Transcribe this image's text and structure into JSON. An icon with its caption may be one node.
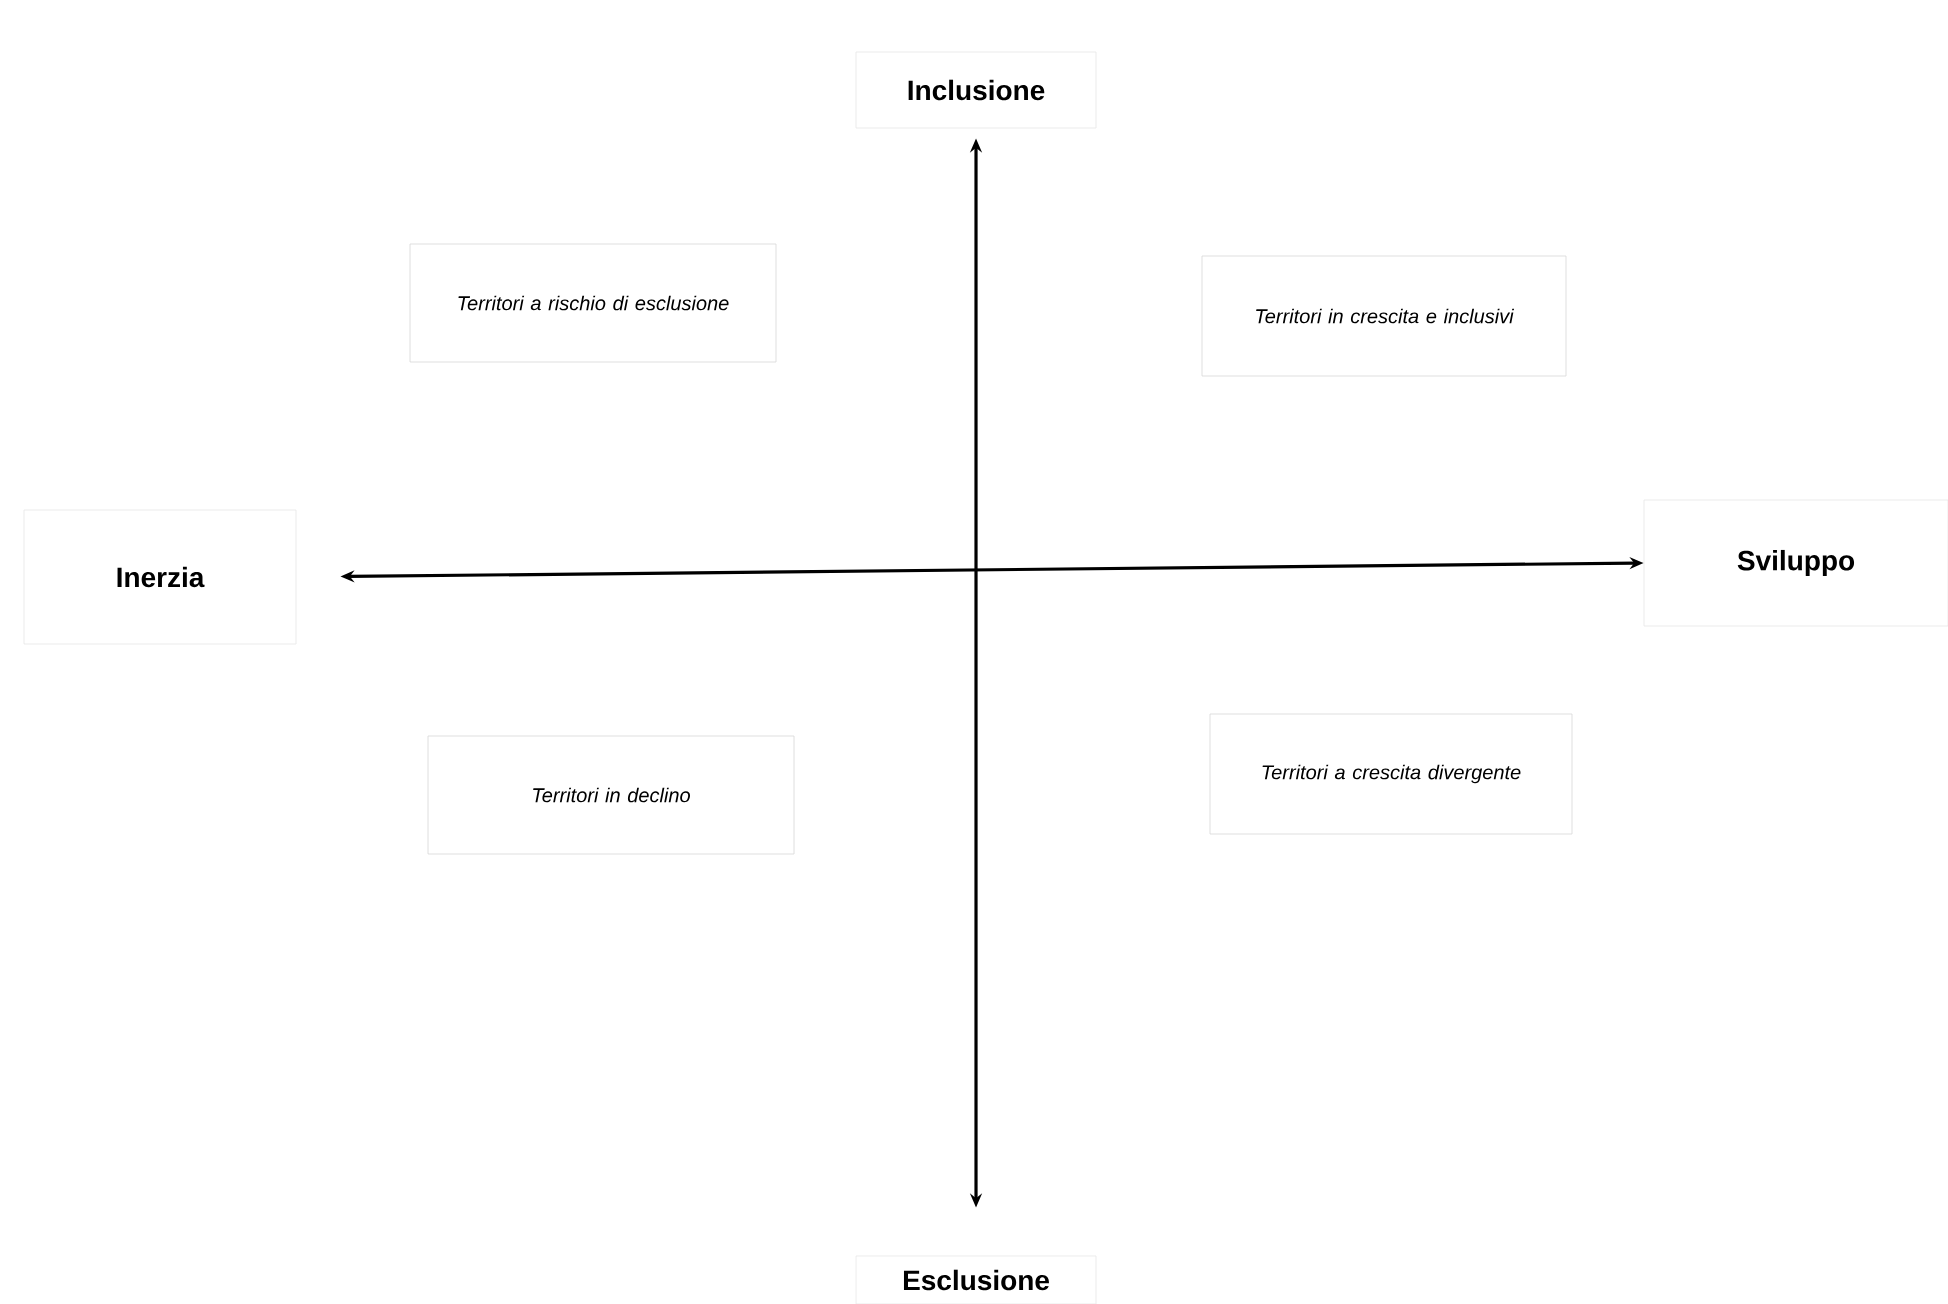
{
  "diagram": {
    "nodes": [
      {
        "text": [
          "Inclusione"
        ]
      },
      {
        "text": [
          "Territori a rischio di esclusione"
        ]
      },
      {
        "text": [
          "Territori in crescita e inclusivi"
        ]
      },
      {
        "text": [
          "Inerzia"
        ]
      },
      {
        "text": [
          "Sviluppo"
        ]
      },
      {
        "text": [
          "Territori in declino"
        ]
      },
      {
        "text": [
          "Territori a crescita divergente"
        ]
      },
      {
        "text": [
          "Esclusione"
        ]
      }
    ],
    "edges": [
      {
        "from": 3,
        "to": 4,
        "arrow": "both"
      },
      {
        "from": 0,
        "to": 7,
        "arrow": "both"
      }
    ]
  }
}
